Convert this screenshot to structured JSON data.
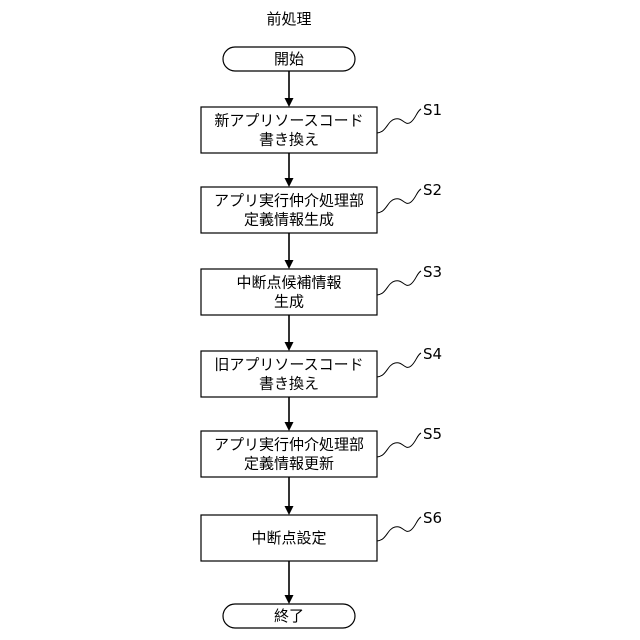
{
  "title": "前処理",
  "start": {
    "label": "開始"
  },
  "end": {
    "label": "終了"
  },
  "steps": [
    {
      "id": "S1",
      "lines": [
        "新アプリソースコード",
        "書き換え"
      ]
    },
    {
      "id": "S2",
      "lines": [
        "アプリ実行仲介処理部",
        "定義情報生成"
      ]
    },
    {
      "id": "S3",
      "lines": [
        "中断点候補情報",
        "生成"
      ]
    },
    {
      "id": "S4",
      "lines": [
        "旧アプリソースコード",
        "書き換え"
      ]
    },
    {
      "id": "S5",
      "lines": [
        "アプリ実行仲介処理部",
        "定義情報更新"
      ]
    },
    {
      "id": "S6",
      "lines": [
        "中断点設定"
      ]
    }
  ]
}
